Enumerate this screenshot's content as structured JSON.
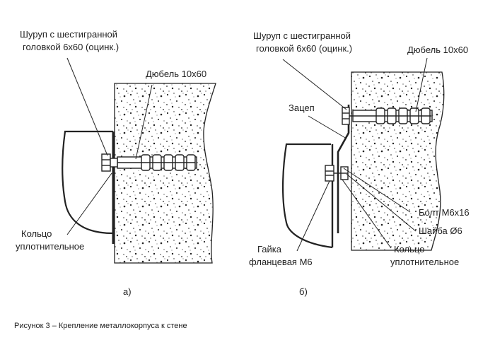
{
  "figure": {
    "caption": "Рисунок 3 – Крепление металлокорпуса к стене",
    "panel_a": {
      "tag": "а)",
      "screw_line1": "Шуруп с шестигранной",
      "screw_line2": "головкой 6х60 (оцинк.)",
      "dowel": "Дюбель 10х60",
      "ring_line1": "Кольцо",
      "ring_line2": "уплотнительное"
    },
    "panel_b": {
      "tag": "б)",
      "screw_line1": "Шуруп с шестигранной",
      "screw_line2": "головкой 6х60 (оцинк.)",
      "dowel": "Дюбель 10х60",
      "hook": "Зацеп",
      "bolt": "Болт М6х16",
      "washer": "Шайба Ø6",
      "ring_line1": "Кольцо",
      "ring_line2": "уплотнительное",
      "nut_line1": "Гайка",
      "nut_line2": "фланцевая М6"
    }
  }
}
